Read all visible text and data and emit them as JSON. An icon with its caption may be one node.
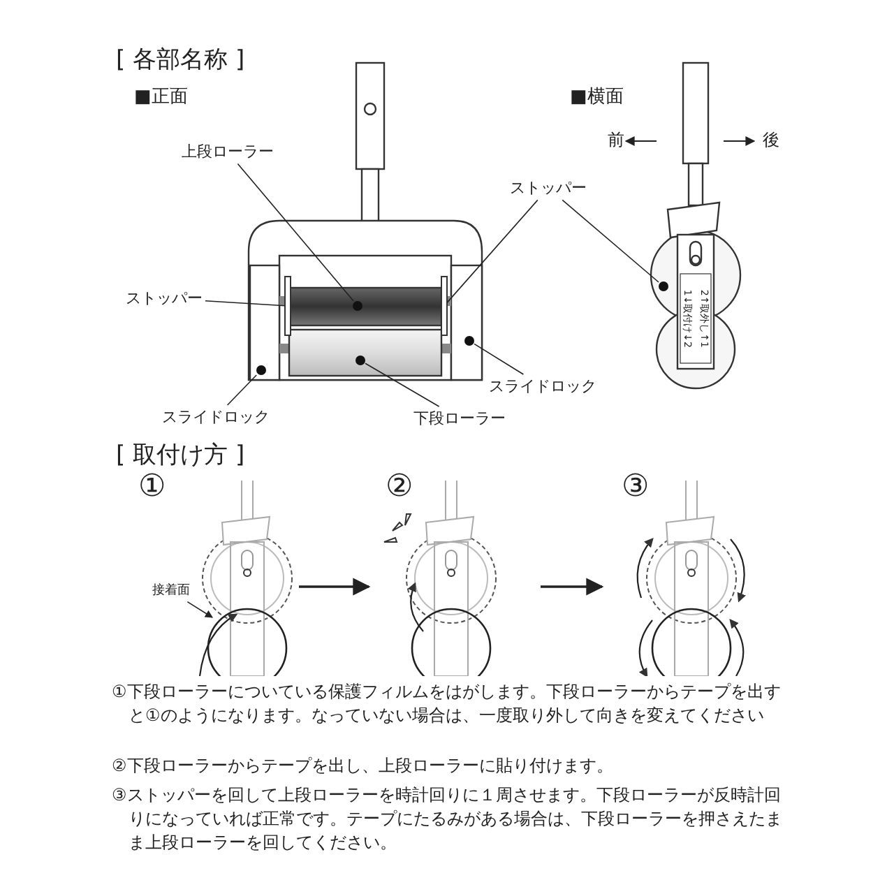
{
  "diagram": {
    "nodes": [
      {
        "text": [
          "上段ローラー"
        ]
      },
      {
        "text": [],
        "shape": "circle"
      },
      {
        "text": [
          "ストッパー"
        ]
      },
      {
        "text": [],
        "shape": "bar"
      },
      {
        "text": [
          "ストッパー"
        ]
      },
      {
        "text": [],
        "shape": "bar"
      },
      {
        "text": [],
        "shape": "circle"
      },
      {
        "text": [
          "スライドロック"
        ]
      },
      {
        "text": [],
        "shape": "circle"
      },
      {
        "text": [
          "スライドロック"
        ]
      },
      {
        "text": [],
        "shape": "circle"
      },
      {
        "text": [
          "下段ローラー"
        ]
      },
      {
        "text": [],
        "shape": "circle"
      },
      {
        "text": [
          "①"
        ]
      },
      {
        "text": [
          "②"
        ]
      },
      {
        "text": [
          "③"
        ]
      },
      {
        "text": [
          "接着面"
        ],
        "in": 13
      }
    ],
    "edges": [
      {
        "from": 0,
        "to": 1,
        "arrow": "none"
      },
      {
        "from": 2,
        "to": 3,
        "arrow": "none"
      },
      {
        "from": 4,
        "to": 5,
        "arrow": "none"
      },
      {
        "from": 4,
        "to": 6,
        "arrow": "none"
      },
      {
        "from": 7,
        "to": 8,
        "arrow": "none"
      },
      {
        "from": 9,
        "to": 10,
        "arrow": "none"
      },
      {
        "from": 11,
        "to": 12,
        "arrow": "none"
      },
      {
        "from": 13,
        "to": 14,
        "arrow": "to"
      },
      {
        "from": 14,
        "to": 15,
        "arrow": "to"
      },
      {
        "from": 16,
        "to": null,
        "arrow": "to"
      }
    ],
    "labels": [
      "[ 各部名称 ]",
      "■正面",
      "■横面",
      "前",
      "後",
      "1↓取付け↓2",
      "2↑取外し↑1",
      "[ 取付け方 ]",
      "①下段ローラーについている保護フィルムをはがします。下段ローラーからテープを出すと①のようになります。なっていない場合は、一度取り外して向きを変えてください",
      "②下段ローラーからテープを出し、上段ローラーに貼り付けます。",
      "③ストッパーを回して上段ローラーを時計回りに１周させます。下段ローラーが反時計回りになっていれば正常です。テープにたるみがある場合は、下段ローラーを押さえたまま上段ローラーを回してください。"
    ]
  }
}
